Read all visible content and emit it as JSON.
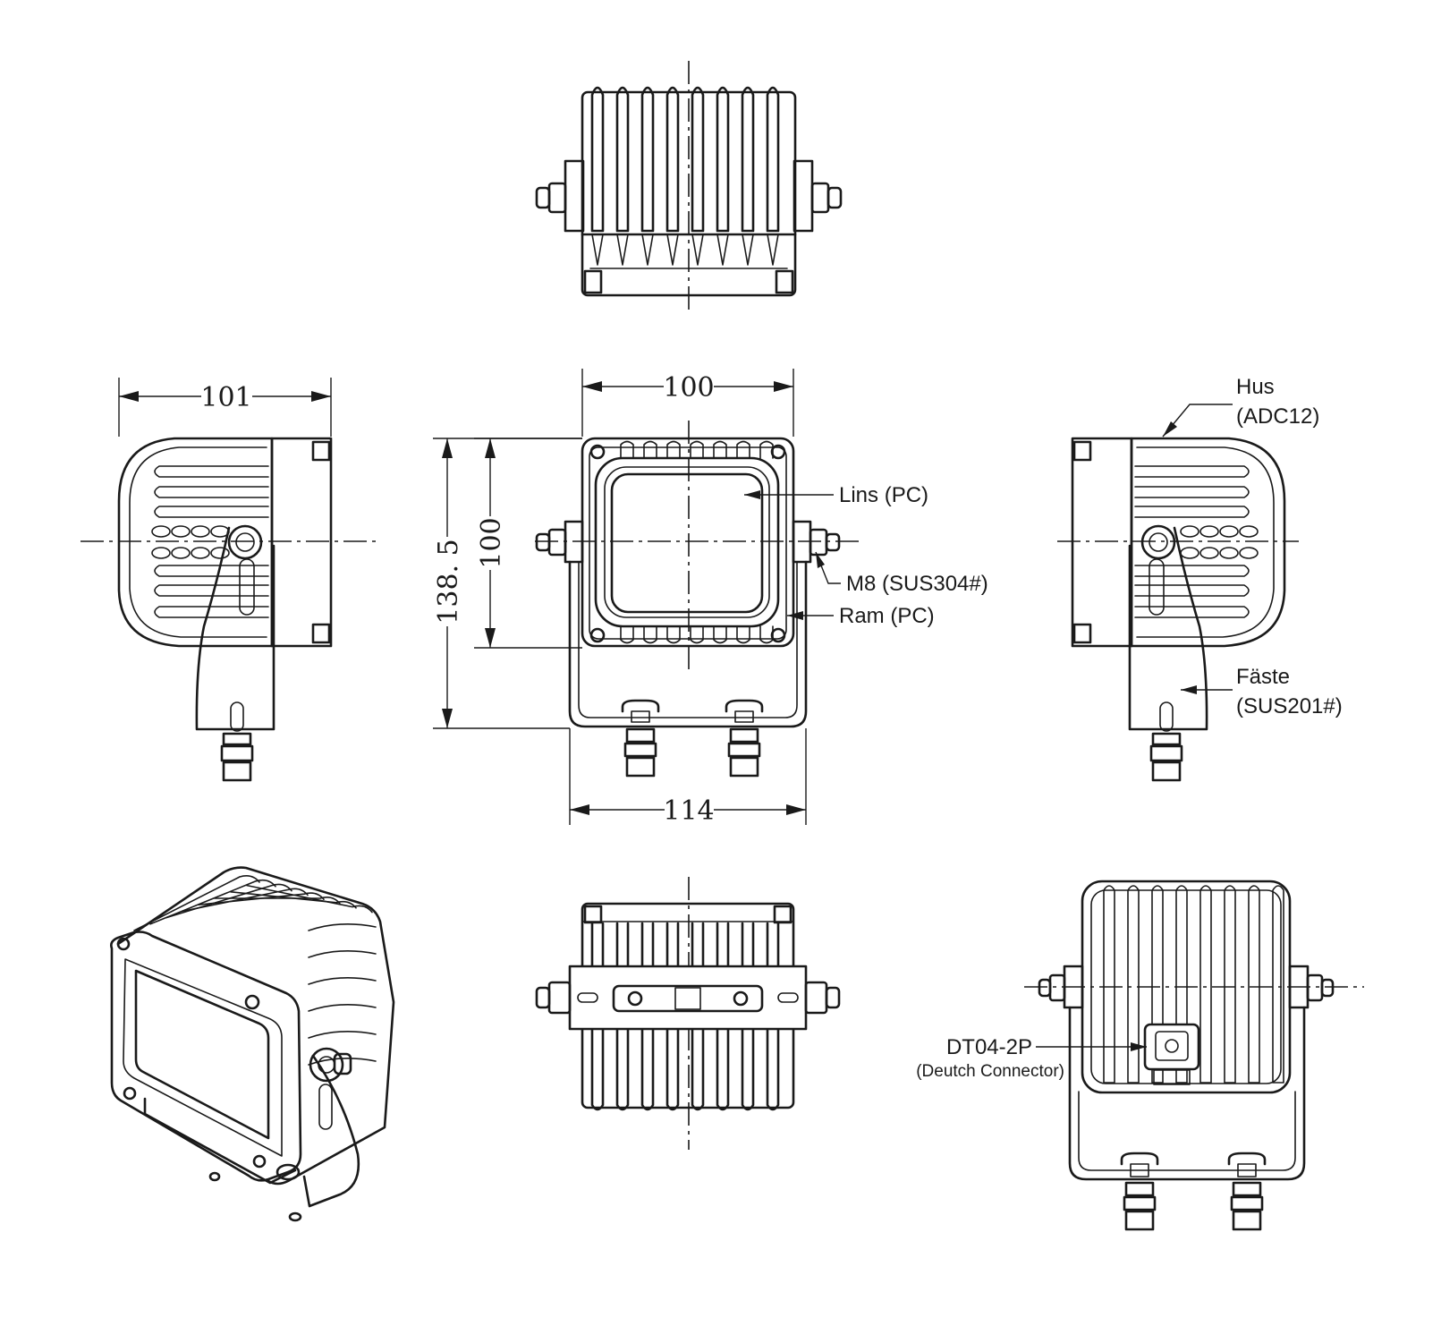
{
  "dimensions": {
    "width_side": "101",
    "width_front": "100",
    "height_total": "138. 5",
    "height_front": "100",
    "width_bracket": "114"
  },
  "callouts": {
    "housing_name": "Hus",
    "housing_material": "(ADC12)",
    "lens": "Lins (PC)",
    "bolt": "M8 (SUS304#)",
    "frame": "Ram (PC)",
    "bracket_name": "Fäste",
    "bracket_material": "(SUS201#)",
    "connector_code": "DT04-2P",
    "connector_name": "(Deutch Connector)"
  }
}
